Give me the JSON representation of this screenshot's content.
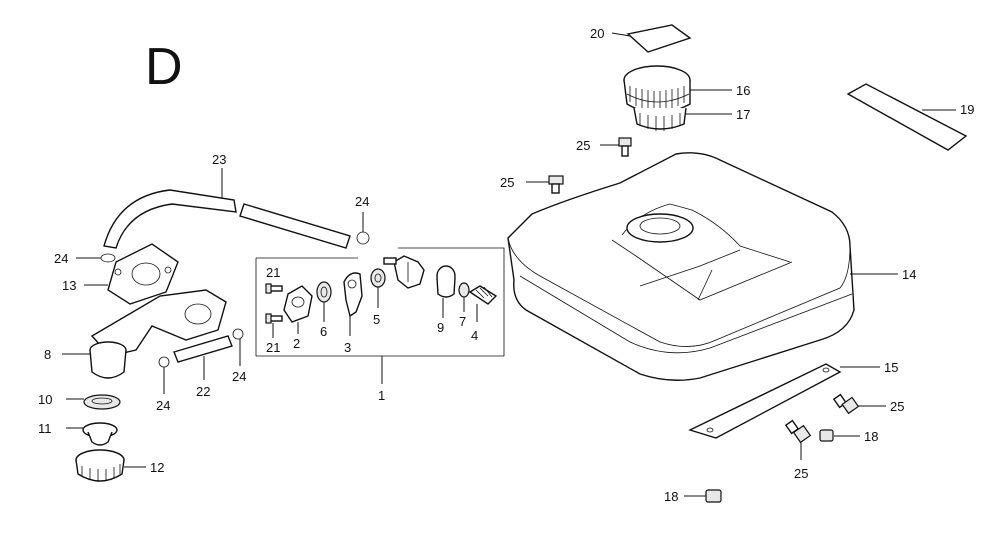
{
  "section_letter": "D",
  "callouts": {
    "c20": "20",
    "c16": "16",
    "c17": "17",
    "c19": "19",
    "c25a": "25",
    "c25b": "25",
    "c23": "23",
    "c24a": "24",
    "c24b": "24",
    "c13": "13",
    "c21a": "21",
    "c21b": "21",
    "c2": "2",
    "c6": "6",
    "c3": "3",
    "c5": "5",
    "c9": "9",
    "c7": "7",
    "c4": "4",
    "c14": "14",
    "c8": "8",
    "c24c": "24",
    "c24d": "24",
    "c22": "22",
    "c1": "1",
    "c10": "10",
    "c11": "11",
    "c12": "12",
    "c15": "15",
    "c25c": "25",
    "c18a": "18",
    "c25d": "25",
    "c18b": "18"
  }
}
